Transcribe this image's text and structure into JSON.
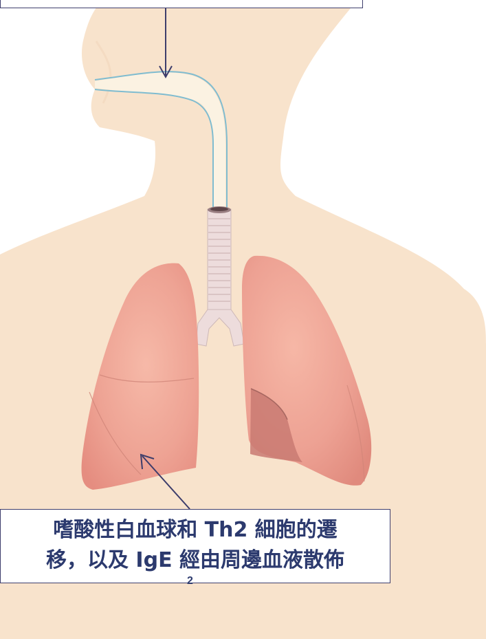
{
  "callout": {
    "line1": "嗜酸性白血球和 Th2 細胞的遷",
    "line2": "移，以及 IgE 經由周邊血液散佈",
    "footnote": "2"
  },
  "colors": {
    "skin": "#f8e3cc",
    "lung": "#eea394",
    "lung_dark": "#c97a72",
    "trachea": "#eddcdc",
    "airway_line": "#7fbcd0",
    "box_border": "#3d3d6b",
    "text": "#2c3a6e"
  }
}
